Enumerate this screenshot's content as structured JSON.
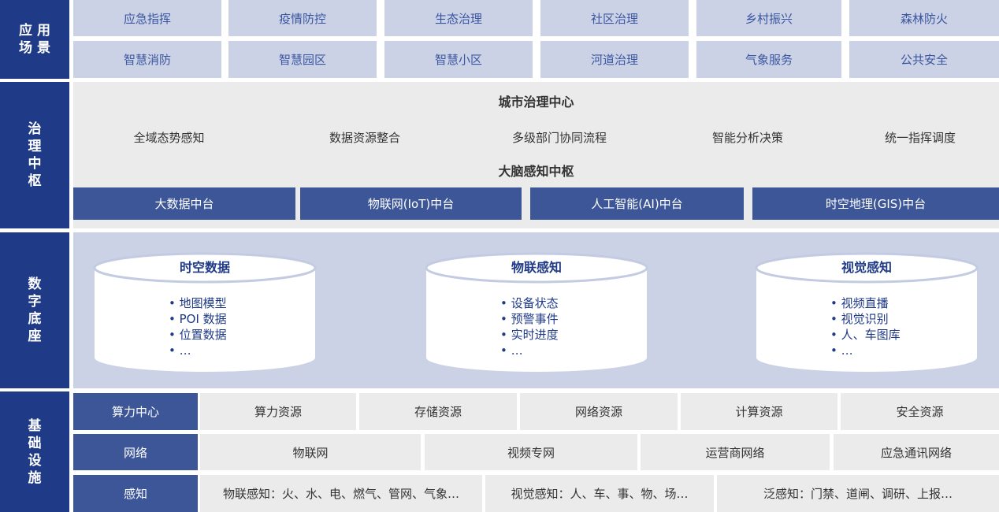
{
  "sections": {
    "apps": "应 用\n场 景",
    "apps_l": [
      "应 用",
      "场 景"
    ],
    "gov_l": [
      "治",
      "理",
      "中",
      "枢"
    ],
    "base_l": [
      "数",
      "字",
      "底",
      "座"
    ],
    "infra_l": [
      "基",
      "础",
      "设",
      "施"
    ]
  },
  "apps": [
    "应急指挥",
    "疫情防控",
    "生态治理",
    "社区治理",
    "乡村振兴",
    "森林防火",
    "智慧消防",
    "智慧园区",
    "智慧小区",
    "河道治理",
    "气象服务",
    "公共安全"
  ],
  "gov": {
    "title1": "城市治理中心",
    "items": [
      "全域态势感知",
      "数据资源整合",
      "多级部门协同流程",
      "智能分析决策",
      "统一指挥调度"
    ],
    "title2": "大脑感知中枢",
    "platforms": [
      "大数据中台",
      "物联网(IoT)中台",
      "人工智能(AI)中台",
      "时空地理(GIS)中台"
    ]
  },
  "base": [
    {
      "title": "时空数据",
      "items": [
        "地图模型",
        "POI 数据",
        "位置数据",
        "…"
      ]
    },
    {
      "title": "物联感知",
      "items": [
        "设备状态",
        "预警事件",
        "实时进度",
        "…"
      ]
    },
    {
      "title": "视觉感知",
      "items": [
        "视频直播",
        "视觉识别",
        "人、车图库",
        "…"
      ]
    }
  ],
  "infra": {
    "rows": [
      {
        "label": "算力中心",
        "items": [
          "算力资源",
          "存储资源",
          "网络资源",
          "计算资源",
          "安全资源"
        ]
      },
      {
        "label": "网络",
        "items": [
          "物联网",
          "视频专网",
          "运营商网络",
          "应急通讯网络"
        ]
      },
      {
        "label": "感知",
        "items": [
          "物联感知：火、水、电、燃气、管网、气象…",
          "视觉感知：人、车、事、物、场…",
          "泛感知：门禁、道闸、调研、上报…"
        ]
      }
    ]
  }
}
